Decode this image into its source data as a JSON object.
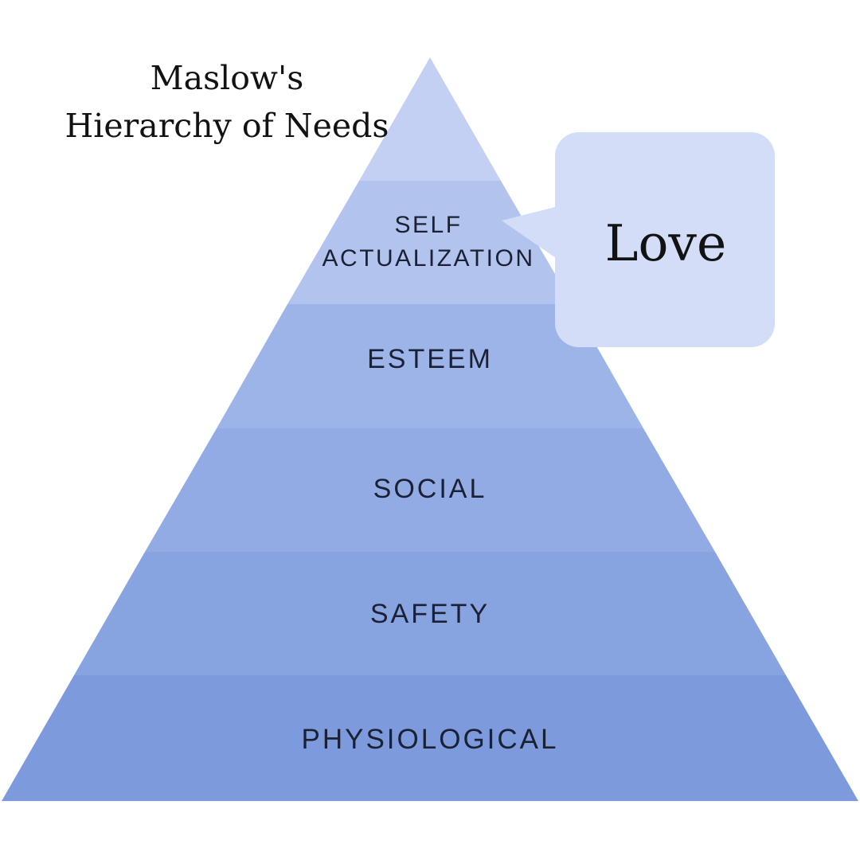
{
  "title": {
    "line1": "Maslow's",
    "line2": "Hierarchy of Needs"
  },
  "pyramid": {
    "levels": [
      {
        "name": "apex-unlabeled",
        "label": "",
        "color": "#c3d0f3"
      },
      {
        "name": "self-actualization",
        "label_line1": "SELF",
        "label_line2": "ACTUALIZATION",
        "color": "#b2c4ee"
      },
      {
        "name": "esteem",
        "label": "ESTEEM",
        "color": "#9db4e8"
      },
      {
        "name": "social",
        "label": "SOCIAL",
        "color": "#92abe4"
      },
      {
        "name": "safety",
        "label": "SAFETY",
        "color": "#87a3e0"
      },
      {
        "name": "physiological",
        "label": "PHYSIOLOGICAL",
        "color": "#7d9bdc"
      }
    ]
  },
  "callout": {
    "text": "Love",
    "color": "#d3ddf8"
  },
  "colors": {
    "background": "#ffffff",
    "label_text": "#1a2135",
    "title_text": "#121212",
    "callout_text": "#121212"
  }
}
